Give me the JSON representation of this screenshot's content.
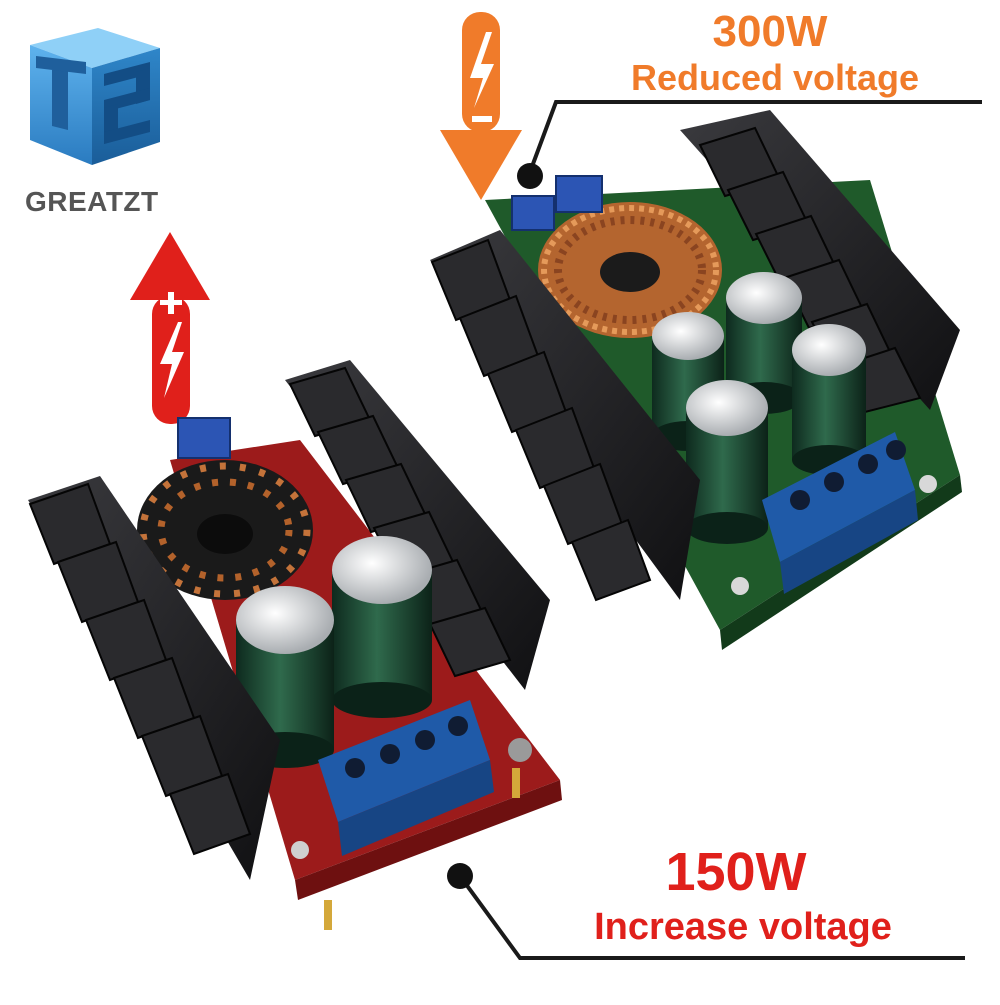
{
  "brand": {
    "name": "GREATZT",
    "logo_icon": "t2-cube-logo-icon",
    "color": "#2f86c9"
  },
  "labels": {
    "top_power": "300W",
    "top_mode": "Reduced voltage",
    "bottom_power": "150W",
    "bottom_mode": "Increase voltage"
  },
  "icons": {
    "down_arrow": "orange-down-arrow-lightning-minus-icon",
    "up_arrow": "red-up-arrow-lightning-plus-icon"
  },
  "colors": {
    "orange_accent": "#f07b2a",
    "red_accent": "#e0201b",
    "green_pcb": "#1f5a2a",
    "red_pcb": "#9c1b1b",
    "heatsink": "#1c1c1e",
    "terminal_blue": "#1f5aa8",
    "copper_coil": "#c4733a"
  }
}
